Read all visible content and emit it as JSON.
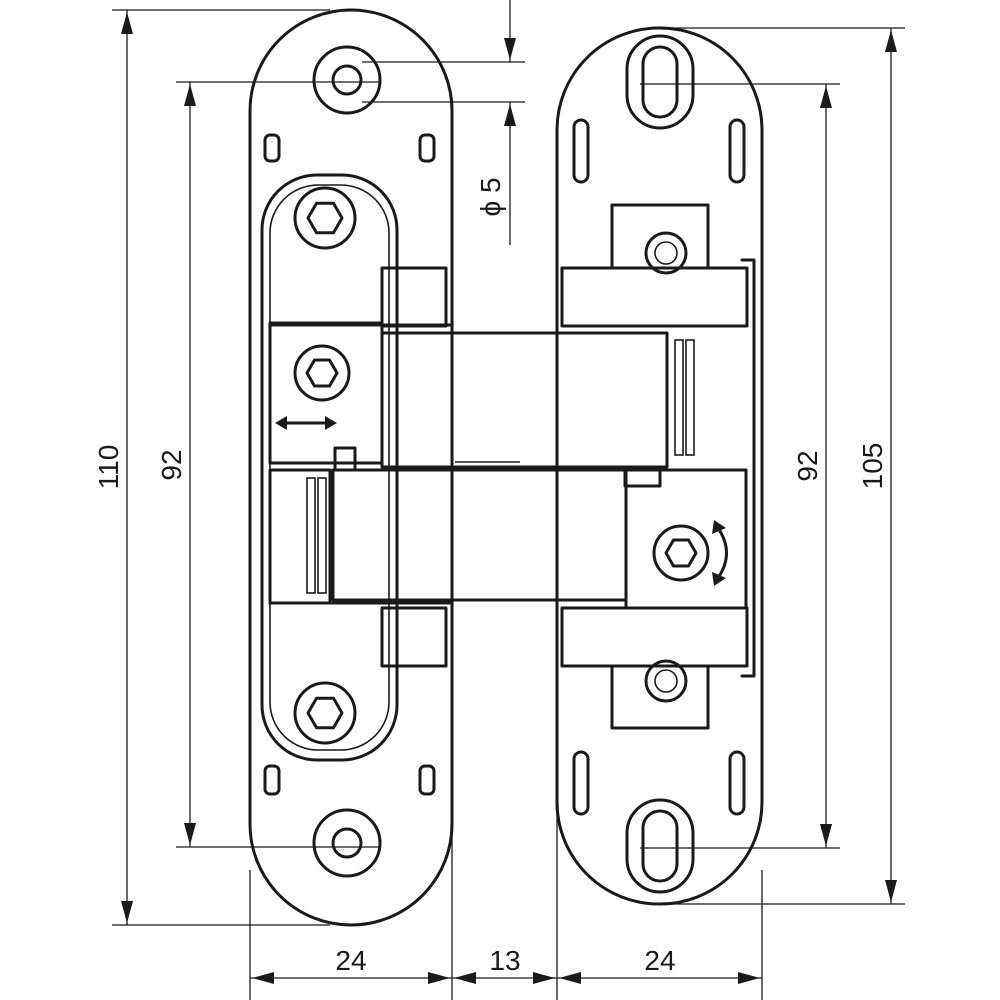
{
  "dimensions": {
    "overall_height_left": "110",
    "mount_pitch_left": "92",
    "mount_pitch_right": "92",
    "overall_height_right": "105",
    "hole_diameter": "ϕ 5",
    "leaf_width_left": "24",
    "gap_width": "13",
    "leaf_width_right": "24"
  }
}
